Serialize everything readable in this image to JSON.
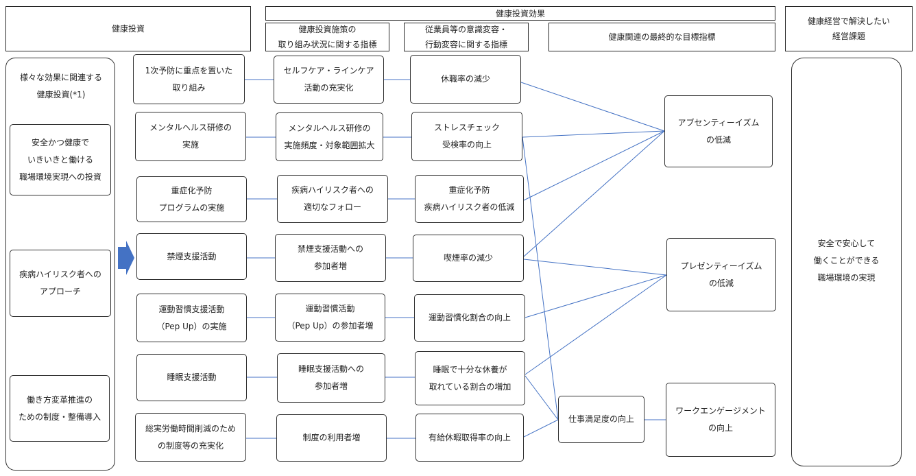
{
  "headers": {
    "health_investment": "健康投資",
    "effect": "健康投資効果",
    "measures": "健康投資施策の\n取り組み状況に関する指標",
    "awareness": "従業員等の意識変容・\n行動変容に関する指標",
    "final_goal": "健康関連の最終的な目標指標",
    "issues": "健康経営で解決したい\n経営課題"
  },
  "investments": [
    "様々な効果に関連する\n健康投資(*1)",
    "安全かつ健康で\nいきいきと働ける\n職場環境実現への投資",
    "疾病ハイリスク者への\nアプローチ",
    "働き方変革推進の\nための制度・整備導入"
  ],
  "initiatives": [
    "1次予防に重点を置いた\n取り組み",
    "メンタルヘルス研修の\n実施",
    "重症化予防\nプログラムの実施",
    "禁煙支援活動",
    "運動習慣支援活動\n（Pep Up）の実施",
    "睡眠支援活動",
    "総実労働時間削減のため\nの制度等の充実化"
  ],
  "measures": [
    "セルフケア・ラインケア\n活動の充実化",
    "メンタルヘルス研修の\n実施頻度・対象範囲拡大",
    "疾病ハイリスク者への\n適切なフォロー",
    "禁煙支援活動への\n参加者増",
    "運動習慣活動\n（Pep Up）の参加者増",
    "睡眠支援活動への\n参加者増",
    "制度の利用者増"
  ],
  "behaviors": [
    "休職率の減少",
    "ストレスチェック\n受検率の向上",
    "重症化予防\n疾病ハイリスク者の低減",
    "喫煙率の減少",
    "運動習慣化割合の向上",
    "睡眠で十分な休養が\n取れている割合の増加",
    "有給休暇取得率の向上"
  ],
  "job_satisfaction": "仕事満足度の向上",
  "goals": [
    "アブセンティーイズム\nの低減",
    "プレゼンティーイズム\nの低減",
    "ワークエンゲージメント\nの向上"
  ],
  "issue_text": "安全で安心して\n働くことができる\n職場環境の実現",
  "colors": {
    "line": "#4472c4",
    "arrow": "#4472c4",
    "border": "#2f2f2f"
  }
}
